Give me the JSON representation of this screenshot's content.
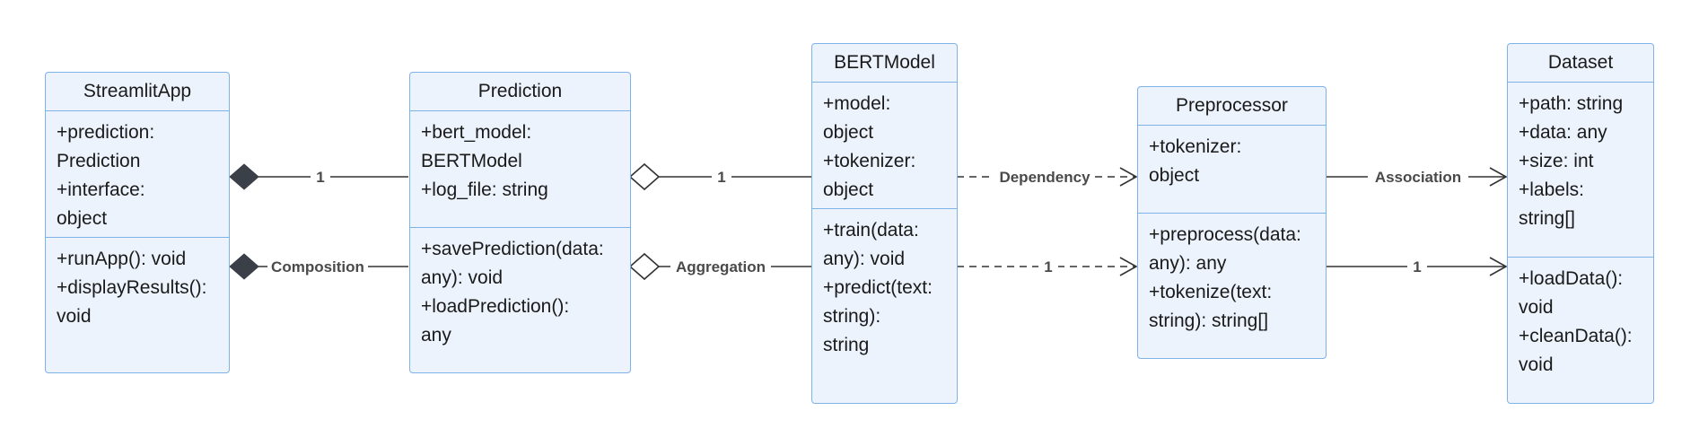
{
  "colors": {
    "class_fill": "#ecf3fc",
    "class_border": "#7fb3e8",
    "edge": "#333333",
    "label": "#4a4a4a",
    "diamond_filled": "#3a3f48"
  },
  "classes": {
    "streamlit_app": {
      "name": "StreamlitApp",
      "attributes": [
        "+prediction:",
        "Prediction",
        "+interface:",
        "object"
      ],
      "methods": [
        "+runApp(): void",
        "+displayResults():",
        "void"
      ]
    },
    "prediction": {
      "name": "Prediction",
      "attributes": [
        "+bert_model:",
        "BERTModel",
        "+log_file: string"
      ],
      "methods": [
        "+savePrediction(data:",
        "any): void",
        "+loadPrediction():",
        "any"
      ]
    },
    "bert_model": {
      "name": "BERTModel",
      "attributes": [
        "+model:",
        "object",
        "+tokenizer:",
        "object"
      ],
      "methods": [
        "+train(data:",
        "any): void",
        "+predict(text:",
        "string):",
        "string"
      ]
    },
    "preprocessor": {
      "name": "Preprocessor",
      "attributes": [
        "+tokenizer:",
        "object"
      ],
      "methods": [
        "+preprocess(data:",
        "any): any",
        "+tokenize(text:",
        "string): string[]"
      ]
    },
    "dataset": {
      "name": "Dataset",
      "attributes": [
        "+path: string",
        "+data: any",
        "+size: int",
        "+labels:",
        "string[]"
      ],
      "methods": [
        "+loadData():",
        "void",
        "+cleanData():",
        "void"
      ]
    }
  },
  "relationships": [
    {
      "id": "streamlit-prediction-multiplicity",
      "type": "composition",
      "label": "1"
    },
    {
      "id": "streamlit-prediction-composition",
      "type": "composition",
      "label": "Composition"
    },
    {
      "id": "prediction-bert-multiplicity",
      "type": "aggregation",
      "label": "1"
    },
    {
      "id": "prediction-bert-aggregation",
      "type": "aggregation",
      "label": "Aggregation"
    },
    {
      "id": "bert-preprocessor-dependency",
      "type": "dependency",
      "label": "Dependency"
    },
    {
      "id": "bert-preprocessor-multiplicity",
      "type": "dependency",
      "label": "1"
    },
    {
      "id": "preprocessor-dataset-association",
      "type": "association",
      "label": "Association"
    },
    {
      "id": "preprocessor-dataset-multiplicity",
      "type": "association",
      "label": "1"
    }
  ]
}
